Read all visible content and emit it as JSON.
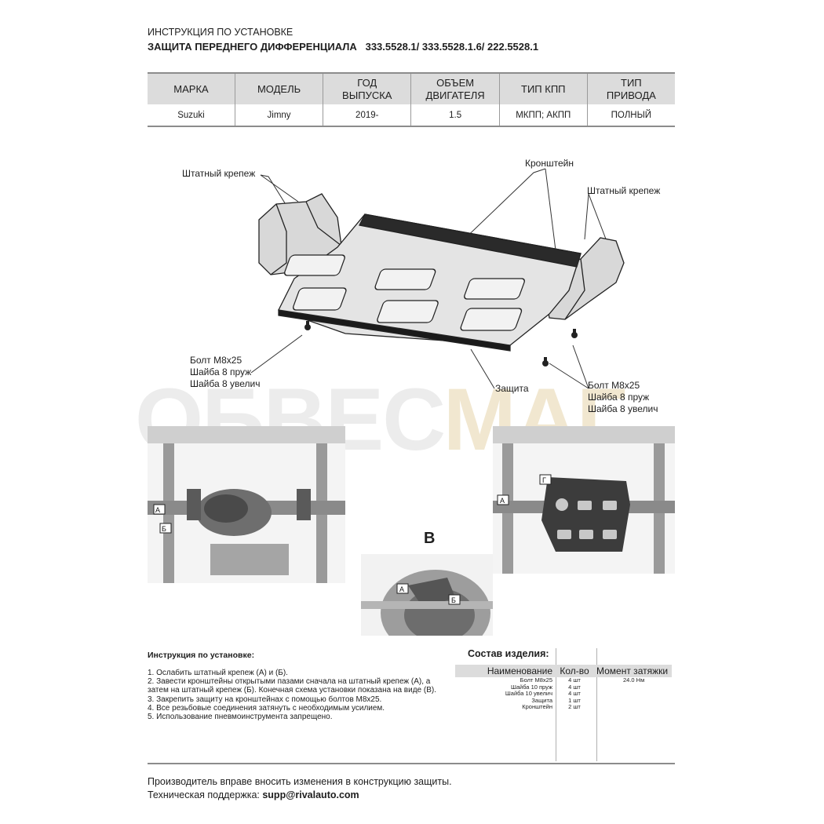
{
  "header": {
    "title_line1": "ИНСТРУКЦИЯ ПО УСТАНОВКЕ",
    "title_line2": "ЗАЩИТА ПЕРЕДНЕГО ДИФФЕРЕНЦИАЛА   333.5528.1/ 333.5528.1.6/ 222.5528.1"
  },
  "spec_table": {
    "headers": [
      "МАРКА",
      "МОДЕЛЬ",
      "ГОД\nВЫПУСКА",
      "ОБЪЕМ\nДВИГАТЕЛЯ",
      "ТИП КПП",
      "ТИП\nПРИВОДА"
    ],
    "values": [
      "Suzuki",
      "Jimny",
      "2019-",
      "1.5",
      "МКПП; АКПП",
      "ПОЛНЫЙ"
    ]
  },
  "drawing": {
    "label_stock_fastener_left": "Штатный крепеж",
    "label_bracket": "Кронштейн",
    "label_stock_fastener_right": "Штатный крепеж",
    "label_bolts_left": [
      "Болт М8х25",
      "Шайба 8 пруж",
      "Шайба 8 увелич"
    ],
    "label_guard": "Защита",
    "label_bolts_right": [
      "Болт М8х25",
      "Шайба 8 пруж",
      "Шайба 8 увелич"
    ]
  },
  "watermark": {
    "main": "ОБВЕС",
    "accent": "МАГ"
  },
  "photos": {
    "view_label": "В",
    "markers": [
      "А",
      "Б",
      "Г"
    ]
  },
  "instructions": {
    "heading": "Инструкция по установке:",
    "steps": [
      "1. Ослабить штатный крепеж (А) и (Б).",
      "2. Завести кронштейны открытыми пазами сначала на штатный крепеж (А), а",
      "затем на штатный крепеж (Б). Конечная схема установки показана на виде (В).",
      "3. Закрепить защиту на кронштейнах с помощью болтов М8х25.",
      "4. Все резьбовые соединения затянуть с необходимым усилием.",
      "5. Использование пневмоинструмента запрещено."
    ]
  },
  "composition": {
    "heading": "Состав изделия:",
    "columns": [
      "Наименование",
      "Кол-во",
      "Момент затяжки"
    ],
    "rows": [
      {
        "name": "Болт М8х25",
        "qty": "4 шт",
        "torque": "24.0 Нм"
      },
      {
        "name": "Шайба 10 пруж",
        "qty": "4 шт",
        "torque": ""
      },
      {
        "name": "Шайба 10 увелич",
        "qty": "4 шт",
        "torque": ""
      },
      {
        "name": "Защита",
        "qty": "1 шт",
        "torque": ""
      },
      {
        "name": "Кронштейн",
        "qty": "2 шт",
        "torque": ""
      }
    ]
  },
  "footer": {
    "line1": "Производитель вправе вносить изменения в конструкцию защиты.",
    "support_label": "Техническая поддержка: ",
    "support_email": "supp@rivalauto.com"
  }
}
